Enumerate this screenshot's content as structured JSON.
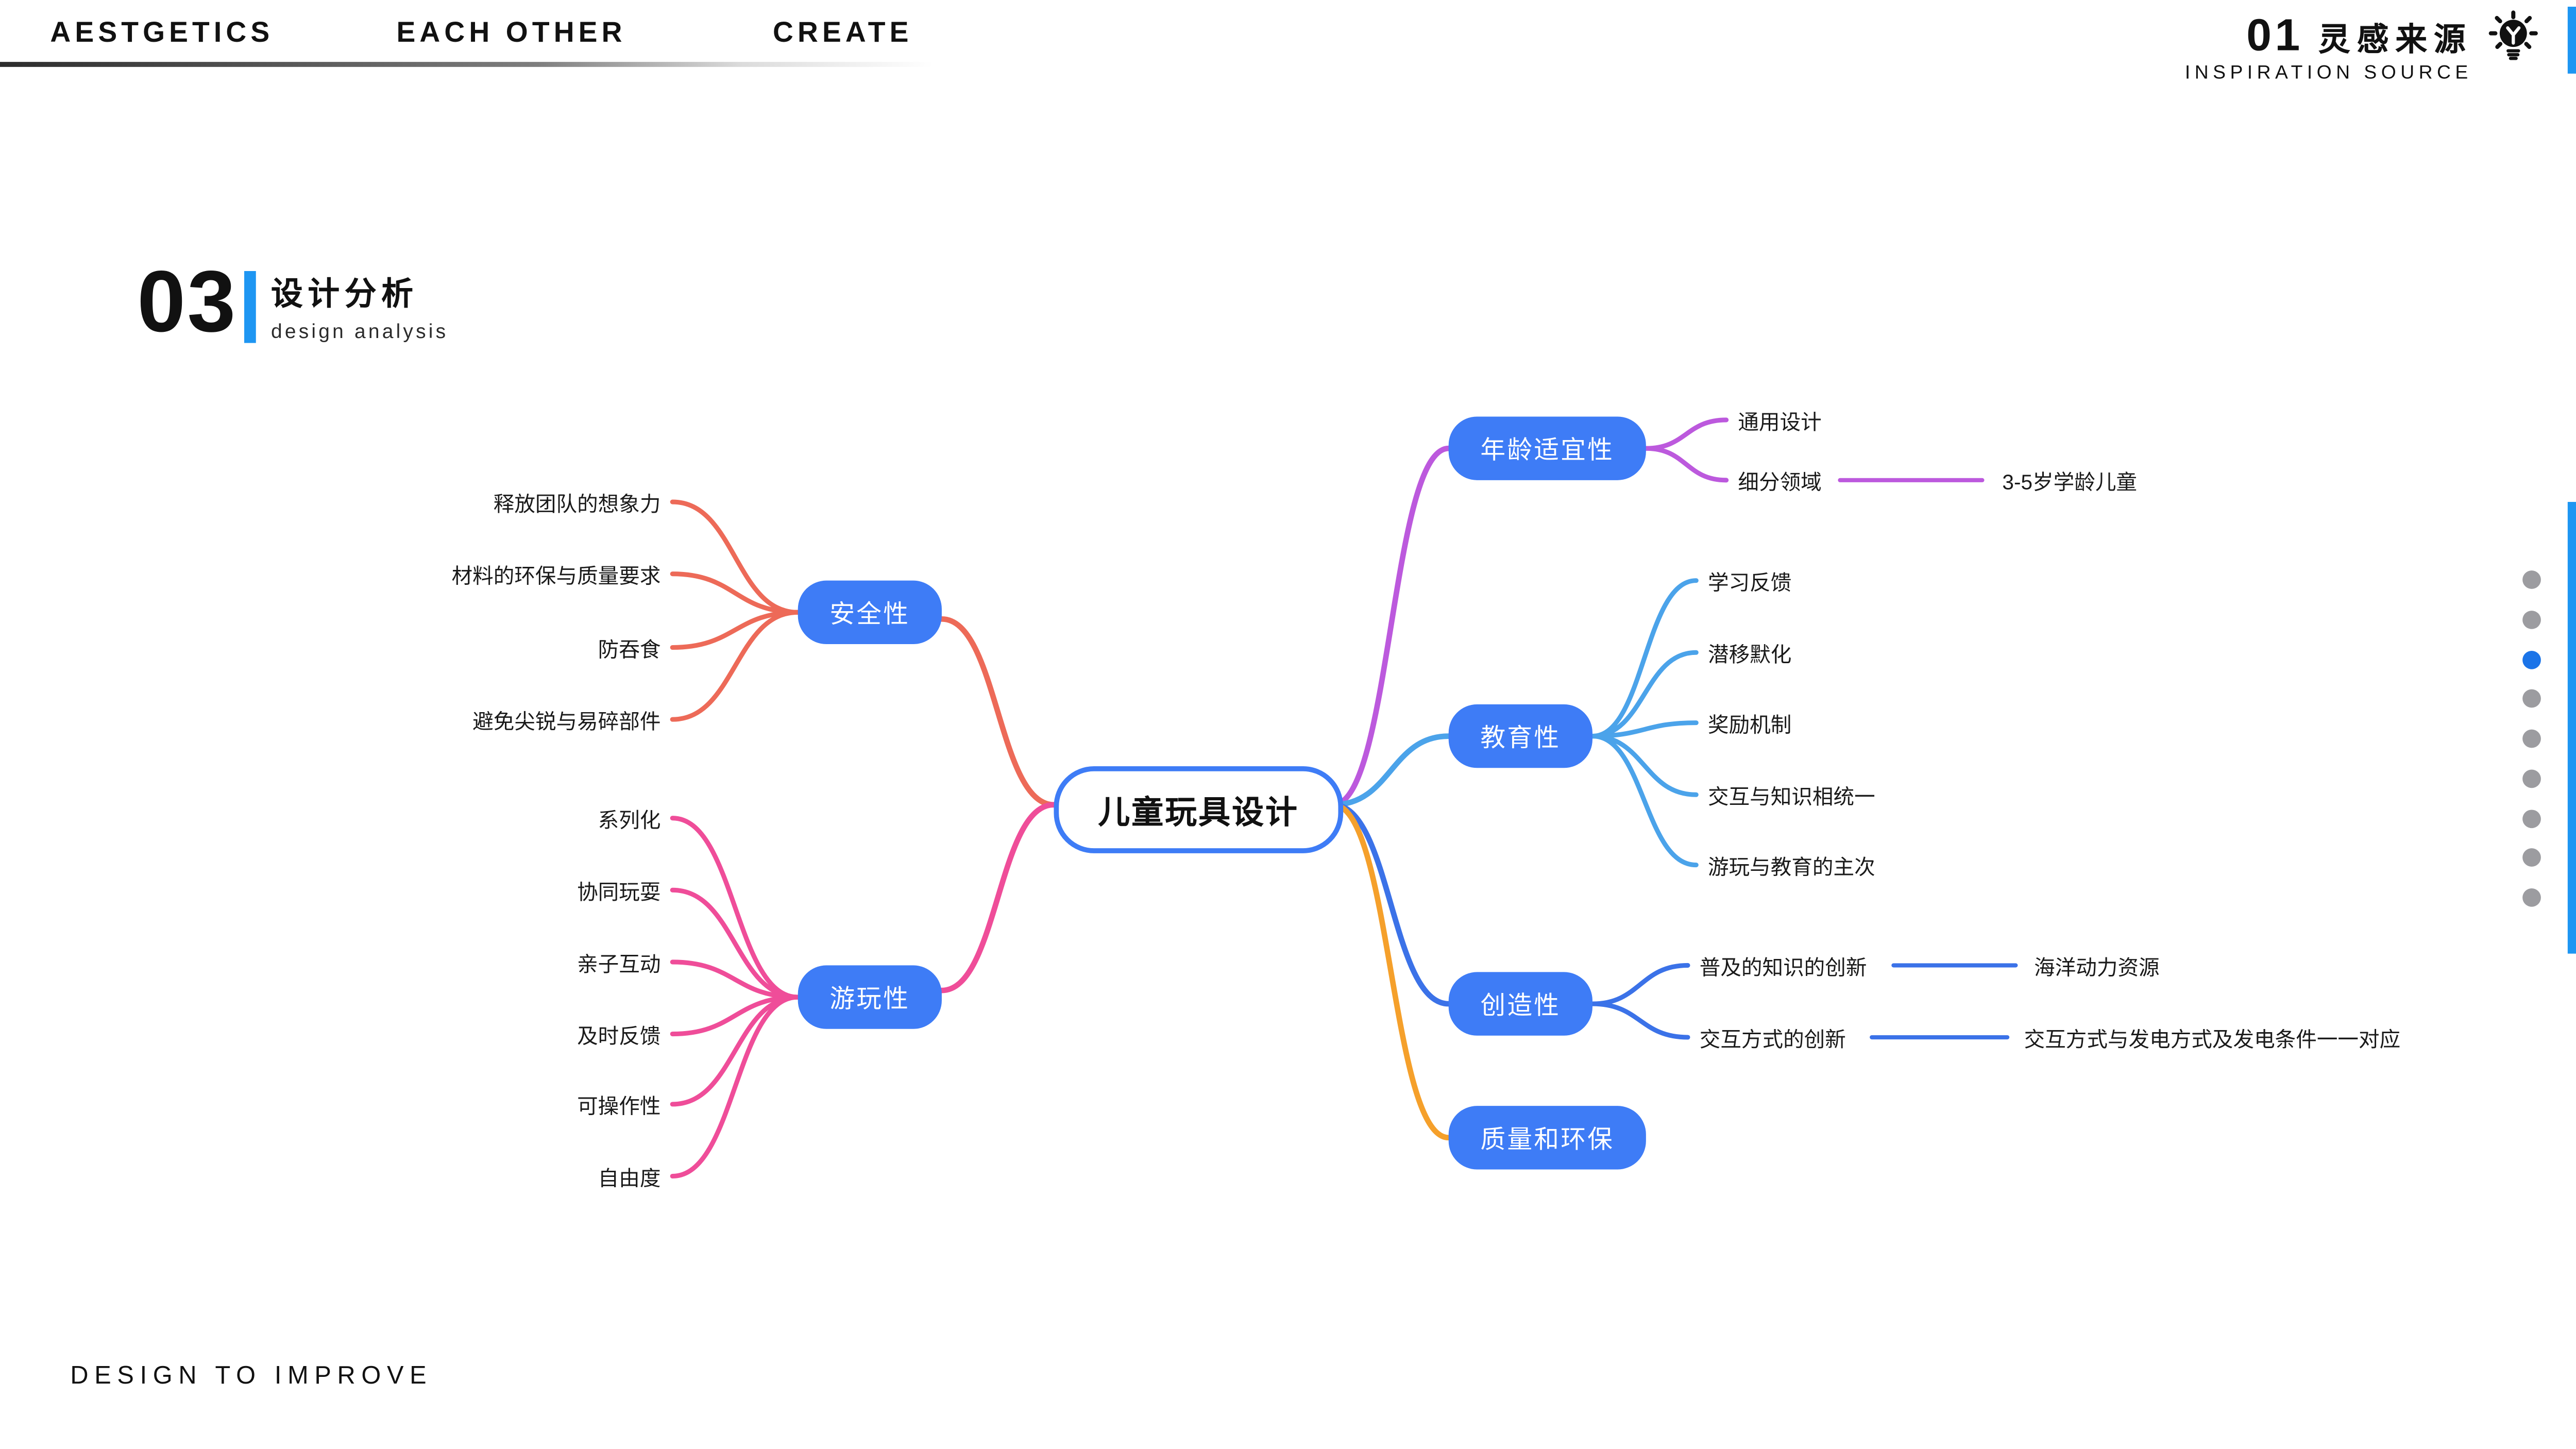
{
  "nav": {
    "items": [
      "AESTGETICS",
      "EACH OTHER",
      "CREATE"
    ]
  },
  "corner": {
    "number": "01",
    "title_cn": "灵感来源",
    "title_en": "INSPIRATION SOURCE",
    "icon": "lightbulb-icon"
  },
  "section": {
    "number": "03",
    "title_cn": "设计分析",
    "title_en": "design analysis"
  },
  "footer": {
    "text": "DESIGN TO IMPROVE"
  },
  "colors": {
    "accent_blue": "#1e96f2",
    "node_blue": "#3e7cf6",
    "safety": "#ed6a58",
    "play": "#ef4d99",
    "age": "#bc59dd",
    "education": "#4ba3ea",
    "creativity": "#3b72e8",
    "quality": "#f5a02b",
    "dot_gray": "#9c9ca0",
    "dot_active": "#1b74e8"
  },
  "mindmap": {
    "root": "儿童玩具设计",
    "branches": [
      {
        "id": "safety",
        "label": "安全性",
        "color_key": "safety",
        "children": [
          {
            "label": "释放团队的想象力"
          },
          {
            "label": "材料的环保与质量要求"
          },
          {
            "label": "防吞食"
          },
          {
            "label": "避免尖锐与易碎部件"
          }
        ]
      },
      {
        "id": "playability",
        "label": "游玩性",
        "color_key": "play",
        "children": [
          {
            "label": "系列化"
          },
          {
            "label": "协同玩耍"
          },
          {
            "label": "亲子互动"
          },
          {
            "label": "及时反馈"
          },
          {
            "label": "可操作性"
          },
          {
            "label": "自由度"
          }
        ]
      },
      {
        "id": "age-suitability",
        "label": "年龄适宜性",
        "color_key": "age",
        "children": [
          {
            "label": "通用设计"
          },
          {
            "label": "细分领域",
            "sub": "3-5岁学龄儿童"
          }
        ]
      },
      {
        "id": "education",
        "label": "教育性",
        "color_key": "education",
        "children": [
          {
            "label": "学习反馈"
          },
          {
            "label": "潜移默化"
          },
          {
            "label": "奖励机制"
          },
          {
            "label": "交互与知识相统一"
          },
          {
            "label": "游玩与教育的主次"
          }
        ]
      },
      {
        "id": "creativity",
        "label": "创造性",
        "color_key": "creativity",
        "children": [
          {
            "label": "普及的知识的创新",
            "sub": "海洋动力资源"
          },
          {
            "label": "交互方式的创新",
            "sub": "交互方式与发电方式及发电条件一一对应"
          }
        ]
      },
      {
        "id": "quality-environment",
        "label": "质量和环保",
        "color_key": "quality",
        "children": []
      }
    ]
  },
  "pagination": {
    "total": 9,
    "active_index": 2
  }
}
